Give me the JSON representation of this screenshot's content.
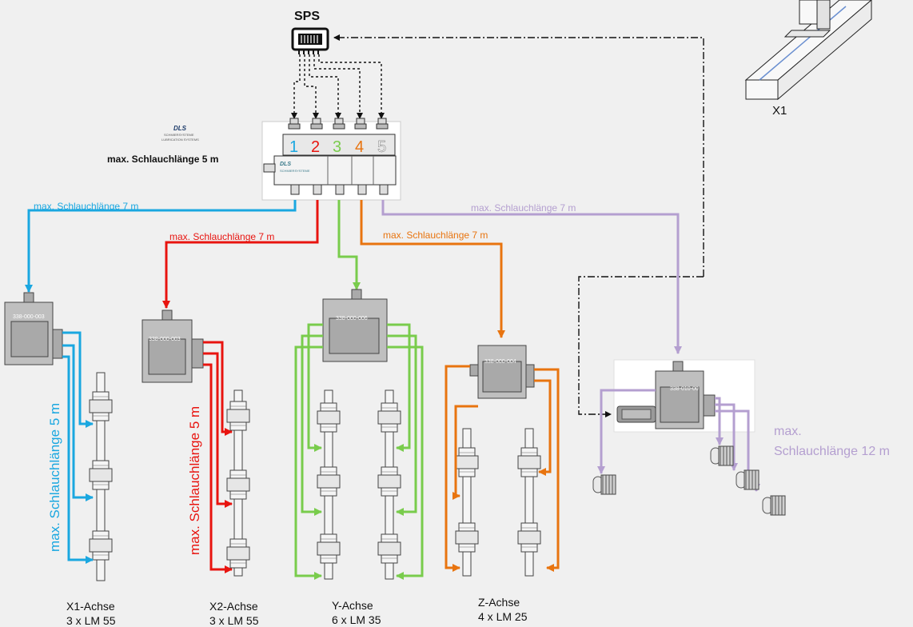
{
  "plc": {
    "label": "SPS"
  },
  "axis_ref": {
    "label": "X1"
  },
  "main_distributor": {
    "logo": "DLS",
    "ports": [
      "1",
      "2",
      "3",
      "4",
      "5"
    ],
    "hose_note": "max. Schlauchlänge 5 m"
  },
  "small_logo": "DLS",
  "colors": {
    "x1": "#1aa7e0",
    "x2": "#e8140f",
    "y": "#79cc4c",
    "z": "#e8740f",
    "spindle": "#b49fd0",
    "port1": "#1aa7e0",
    "port2": "#e8140f",
    "port3": "#79cc4c",
    "port4": "#e8740f",
    "port5": "#ffffff"
  },
  "hose_labels": {
    "x1_top": "max. Schlauchlänge 7 m",
    "x2_top": "max. Schlauchlänge 7 m",
    "z_top": "max. Schlauchlänge 7 m",
    "spindle_top": "max. Schlauchlänge 7 m",
    "x1_vertical": "max. Schlauchlänge 5 m",
    "x2_vertical": "max. Schlauchlänge 5 m",
    "spindle_line1": "max.",
    "spindle_line2": "Schlauchlänge 12 m"
  },
  "distributors": {
    "x1": "338-000-003",
    "x2": "338-000-003",
    "y": "338-000-006",
    "z": "338-000-004",
    "spindle": "338-010-00"
  },
  "axes": [
    {
      "name": "X1-Achse",
      "spec": "3 x LM 55"
    },
    {
      "name": "X2-Achse",
      "spec": "3 x LM 55"
    },
    {
      "name": "Y-Achse",
      "spec": "6 x LM 35"
    },
    {
      "name": "Z-Achse",
      "spec": "4 x LM 25"
    }
  ]
}
